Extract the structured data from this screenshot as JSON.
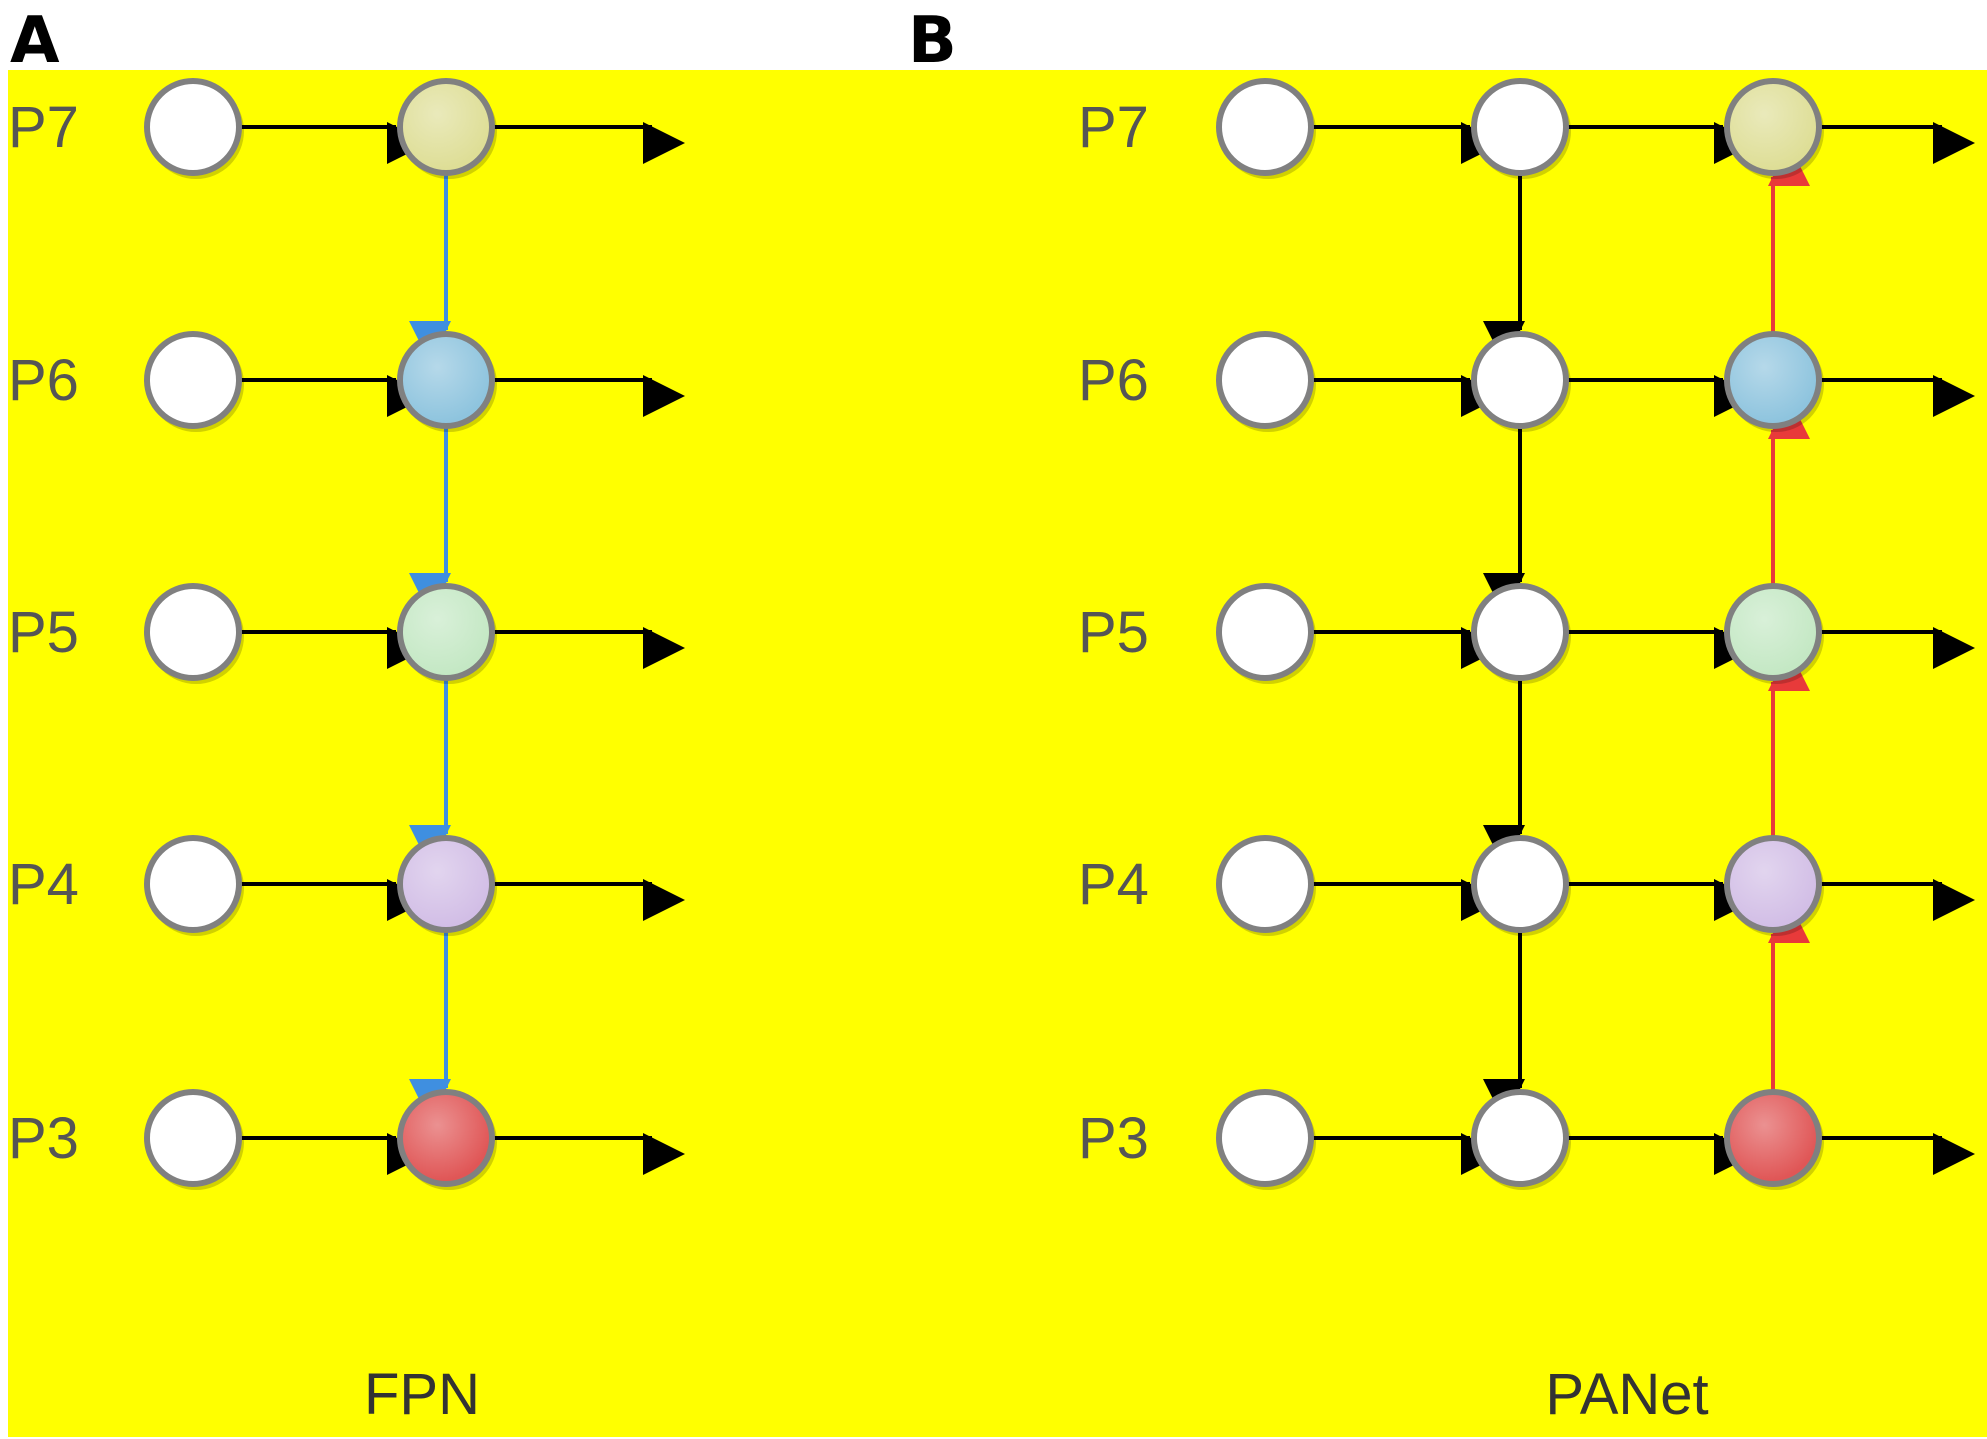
{
  "panels": [
    {
      "id": "A",
      "letter": "A",
      "caption": "FPN",
      "levels": [
        "P7",
        "P6",
        "P5",
        "P4",
        "P3"
      ],
      "columns": [
        {
          "role": "input",
          "fills": [
            "#ffffff",
            "#ffffff",
            "#ffffff",
            "#ffffff",
            "#ffffff"
          ]
        },
        {
          "role": "fused",
          "fills": [
            "#dede96",
            "#8ec4de",
            "#c4e8c4",
            "#d2bee6",
            "#e05656"
          ]
        }
      ],
      "vertical_flows": [
        {
          "column": 1,
          "direction": "top-down",
          "color": "#3f8fe0"
        }
      ]
    },
    {
      "id": "B",
      "letter": "B",
      "caption": "PANet",
      "levels": [
        "P7",
        "P6",
        "P5",
        "P4",
        "P3"
      ],
      "columns": [
        {
          "role": "input",
          "fills": [
            "#ffffff",
            "#ffffff",
            "#ffffff",
            "#ffffff",
            "#ffffff"
          ]
        },
        {
          "role": "top-down",
          "fills": [
            "#ffffff",
            "#ffffff",
            "#ffffff",
            "#ffffff",
            "#ffffff"
          ]
        },
        {
          "role": "bottom-up",
          "fills": [
            "#dede96",
            "#8ec4de",
            "#c4e8c4",
            "#d2bee6",
            "#e05656"
          ]
        }
      ],
      "vertical_flows": [
        {
          "column": 1,
          "direction": "top-down",
          "color": "#000000"
        },
        {
          "column": 2,
          "direction": "bottom-up",
          "color": "#e83a3a"
        }
      ]
    }
  ],
  "colors": {
    "background": "#ffff00",
    "horizontal_arrow": "#000000",
    "node_border": "#808080"
  }
}
